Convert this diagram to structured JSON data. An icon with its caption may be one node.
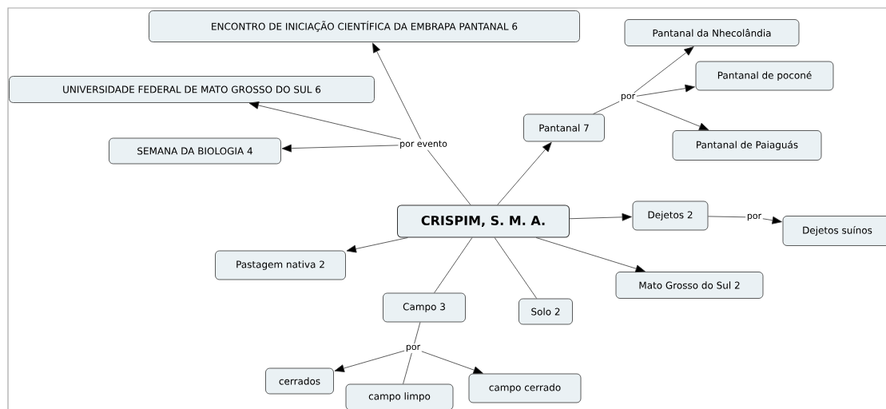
{
  "diagram": {
    "nodes": [
      {
        "text": [
          "CRISPIM, S. M. A."
        ]
      },
      {
        "text": [
          "ENCONTRO DE INICIAÇÃO CIENTÍFICA DA EMBRAPA PANTANAL 6"
        ]
      },
      {
        "text": [
          "UNIVERSIDADE FEDERAL DE MATO GROSSO DO SUL 6"
        ]
      },
      {
        "text": [
          "SEMANA DA BIOLOGIA 4"
        ]
      },
      {
        "text": [
          "Pantanal 7"
        ]
      },
      {
        "text": [
          "Pantanal da Nhecolândia"
        ]
      },
      {
        "text": [
          "Pantanal de poconé"
        ]
      },
      {
        "text": [
          "Pantanal de Paiaguás"
        ]
      },
      {
        "text": [
          "Dejetos 2"
        ]
      },
      {
        "text": [
          "Dejetos suínos"
        ]
      },
      {
        "text": [
          "Pastagem nativa 2"
        ]
      },
      {
        "text": [
          "Mato Grosso do Sul 2"
        ]
      },
      {
        "text": [
          "Campo 3"
        ]
      },
      {
        "text": [
          "Solo 2"
        ]
      },
      {
        "text": [
          "cerrados"
        ]
      },
      {
        "text": [
          "campo limpo"
        ]
      },
      {
        "text": [
          "campo cerrado"
        ]
      },
      {
        "text": [
          "por evento"
        ]
      },
      {
        "text": [
          "por"
        ]
      },
      {
        "text": [
          "por"
        ]
      },
      {
        "text": [
          "por"
        ]
      }
    ],
    "edges": [
      {
        "from": 0,
        "to": 17,
        "arrow": "none"
      },
      {
        "from": 17,
        "to": 1,
        "arrow": "to"
      },
      {
        "from": 17,
        "to": 2,
        "arrow": "to"
      },
      {
        "from": 17,
        "to": 3,
        "arrow": "to"
      },
      {
        "from": 0,
        "to": 4,
        "arrow": "to"
      },
      {
        "from": 4,
        "to": 18,
        "arrow": "none"
      },
      {
        "from": 18,
        "to": 5,
        "arrow": "to"
      },
      {
        "from": 18,
        "to": 6,
        "arrow": "to"
      },
      {
        "from": 18,
        "to": 7,
        "arrow": "to"
      },
      {
        "from": 0,
        "to": 8,
        "arrow": "to"
      },
      {
        "from": 8,
        "to": 19,
        "arrow": "none"
      },
      {
        "from": 19,
        "to": 9,
        "arrow": "to"
      },
      {
        "from": 0,
        "to": 10,
        "arrow": "to"
      },
      {
        "from": 0,
        "to": 11,
        "arrow": "to"
      },
      {
        "from": 0,
        "to": 12,
        "arrow": "none"
      },
      {
        "from": 0,
        "to": 13,
        "arrow": "none"
      },
      {
        "from": 12,
        "to": 20,
        "arrow": "none"
      },
      {
        "from": 20,
        "to": 14,
        "arrow": "to"
      },
      {
        "from": 20,
        "to": 15,
        "arrow": "none"
      },
      {
        "from": 20,
        "to": 16,
        "arrow": "to"
      }
    ]
  }
}
